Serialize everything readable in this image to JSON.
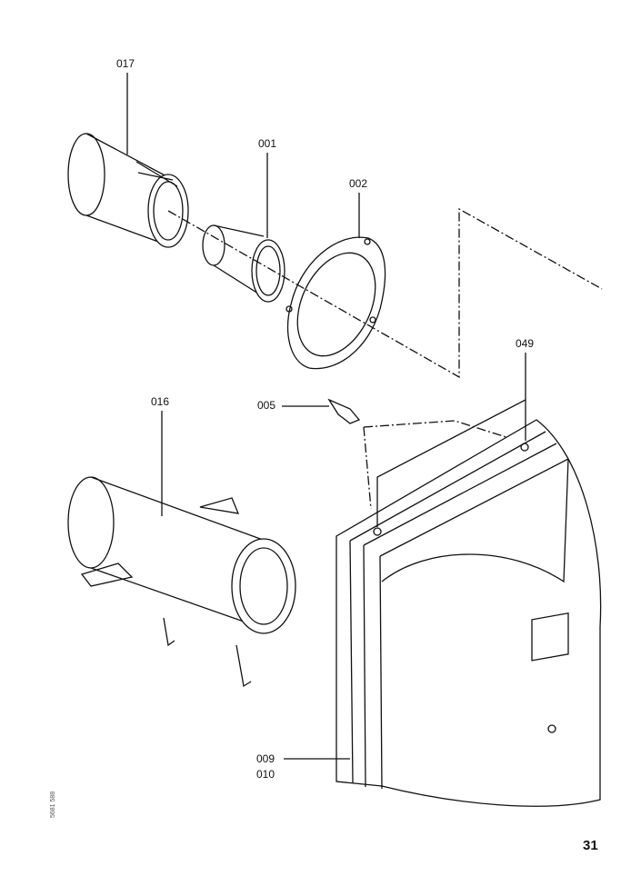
{
  "labels": {
    "p017": "017",
    "p001": "001",
    "p002": "002",
    "p049": "049",
    "p016": "016",
    "p005": "005",
    "p009": "009",
    "p010": "010"
  },
  "page_number": "31",
  "drawing_number": "5681 588"
}
